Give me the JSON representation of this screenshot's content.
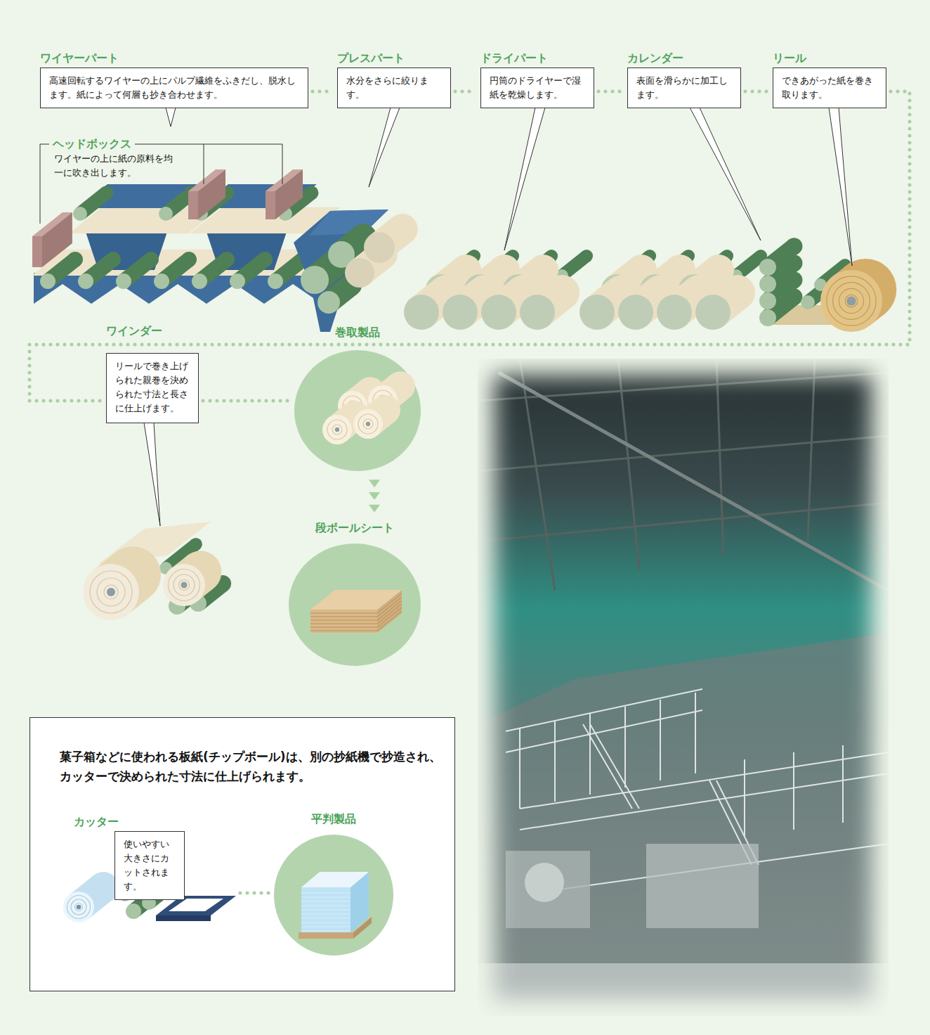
{
  "diagram": {
    "nodes": [
      {
        "text": [
          "ワイヤーパート",
          "高速回転するワイヤーの上にパルプ繊維をふきだし、脱水します。紙によって何層も抄き合わせます。"
        ]
      },
      {
        "text": [
          "プレスパート",
          "水分をさらに絞ります。"
        ]
      },
      {
        "text": [
          "ドライパート",
          "円筒のドライヤーで湿紙を乾燥します。"
        ]
      },
      {
        "text": [
          "カレンダー",
          "表面を滑らかに加工します。"
        ]
      },
      {
        "text": [
          "リール",
          "できあがった紙を巻き取ります。"
        ]
      },
      {
        "text": [
          "ヘッドボックス",
          "ワイヤーの上に紙の原料を均一に吹き出します。"
        ]
      },
      {
        "text": [
          "ワインダー",
          "リールで巻き上げられた親巻を決められた寸法と長さに仕上げます。"
        ]
      },
      {
        "text": [
          "巻取製品"
        ]
      },
      {
        "text": [
          "段ボールシート"
        ]
      },
      {
        "text": [
          "菓子箱などに使われる板紙(チップボール)は、別の抄紙機で抄造され、カッターで決められた寸法に仕上げられます。"
        ]
      },
      {
        "text": [
          "カッター",
          "使いやすい大きさにカットされます。"
        ],
        "in": 9
      },
      {
        "text": [
          "平判製品"
        ],
        "in": 9
      }
    ],
    "edges": [
      {
        "from": 0,
        "to": 1,
        "arrow": "none"
      },
      {
        "from": 1,
        "to": 2,
        "arrow": "none"
      },
      {
        "from": 2,
        "to": 3,
        "arrow": "none"
      },
      {
        "from": 3,
        "to": 4,
        "arrow": "none"
      },
      {
        "from": 4,
        "to": 6,
        "arrow": "none"
      },
      {
        "from": 6,
        "to": 7,
        "arrow": "none"
      },
      {
        "from": 7,
        "to": 8,
        "arrow": "to"
      },
      {
        "from": 10,
        "to": 11,
        "arrow": "none"
      }
    ]
  }
}
